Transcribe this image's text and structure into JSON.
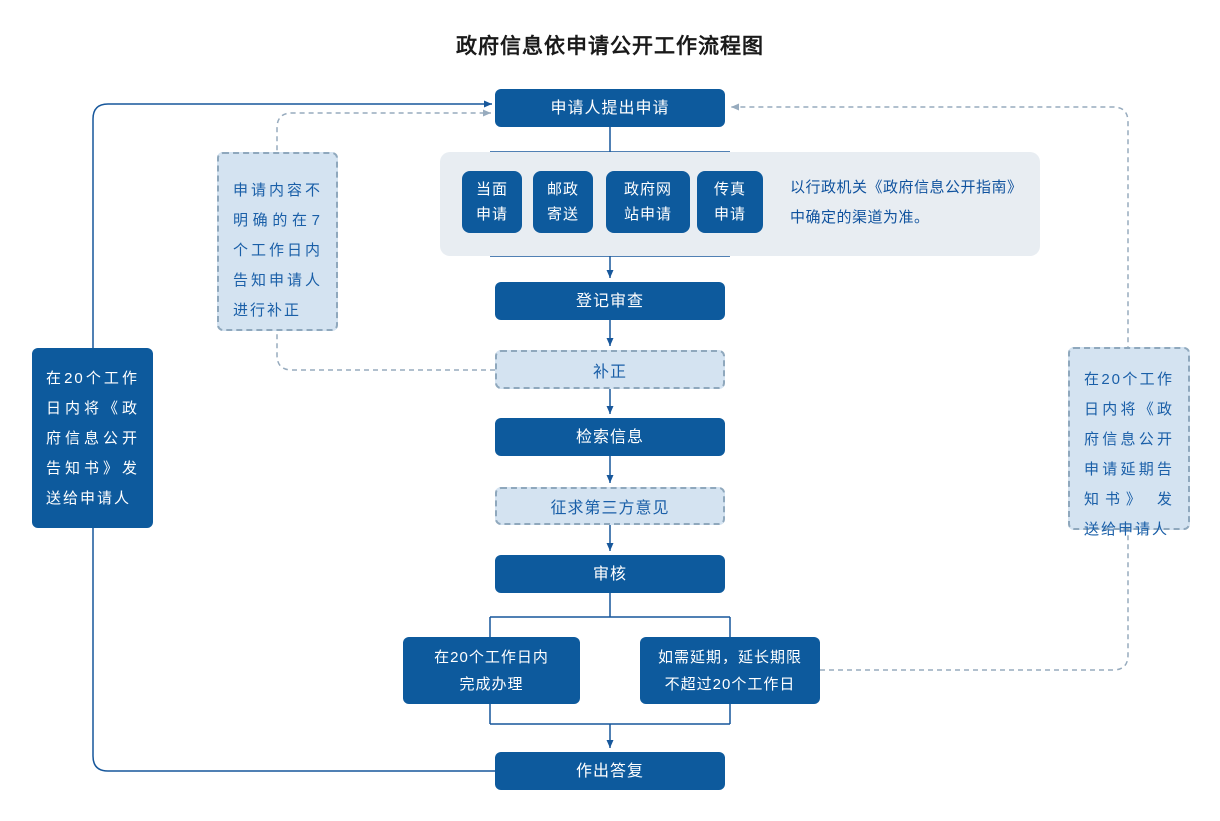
{
  "title": "政府信息依申请公开工作流程图",
  "flow": {
    "apply": "申请人提出申请",
    "register": "登记审查",
    "supplement": "补正",
    "search": "检索信息",
    "third_party": "征求第三方意见",
    "review": "审核",
    "complete": "在20个工作日内\n完成办理",
    "extend": "如需延期，延长期限\n不超过20个工作日",
    "reply": "作出答复"
  },
  "channels": {
    "items": [
      {
        "label": "当面\n申请"
      },
      {
        "label": "邮政\n寄送"
      },
      {
        "label": "政府网\n站申请"
      },
      {
        "label": "传真\n申请"
      }
    ],
    "note": "以行政机关《政府信息公开指南》\n中确定的渠道为准。"
  },
  "side_notes": {
    "left_solid": "在20个工作日内将《政府信息公开告知书》发送给申请人",
    "left_dashed": "申请内容不明确的在7个工作日内告知申请人进行补正",
    "right_dashed": "在20个工作日内将《政府信息公开申请延期告知书》 发送给申请人"
  },
  "colors": {
    "primary_box": "#0d5a9d",
    "light_box_fill": "#d4e3f1",
    "dashed_border": "#8fa8bd",
    "panel_fill": "#e8edf2",
    "solid_line": "#17579b",
    "dashed_line": "#97abbe",
    "blue_text": "#0f529e",
    "title_text": "#1a1a1a"
  }
}
